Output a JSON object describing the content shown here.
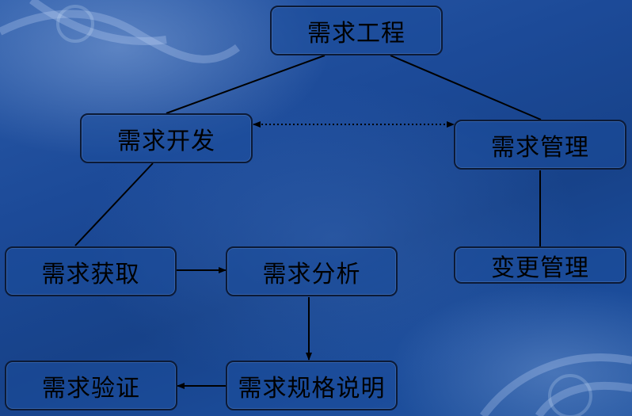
{
  "diagram": {
    "nodes": {
      "root": "需求工程",
      "development": "需求开发",
      "management": "需求管理",
      "elicitation": "需求获取",
      "analysis": "需求分析",
      "change_management": "变更管理",
      "validation": "需求验证",
      "specification": "需求规格说明"
    },
    "edges": [
      {
        "from": "root",
        "to": "development",
        "style": "line"
      },
      {
        "from": "root",
        "to": "management",
        "style": "line"
      },
      {
        "from": "development",
        "to": "management",
        "style": "dotted-bidirectional-arrow"
      },
      {
        "from": "development",
        "to": "elicitation",
        "style": "line"
      },
      {
        "from": "management",
        "to": "change_management",
        "style": "line"
      },
      {
        "from": "elicitation",
        "to": "analysis",
        "style": "arrow"
      },
      {
        "from": "analysis",
        "to": "specification",
        "style": "arrow"
      },
      {
        "from": "specification",
        "to": "validation",
        "style": "arrow"
      }
    ]
  },
  "colors": {
    "background_dark": "#174289",
    "background_light": "#2a5aa8",
    "box_border": "#0c1a36",
    "text": "#000000"
  }
}
